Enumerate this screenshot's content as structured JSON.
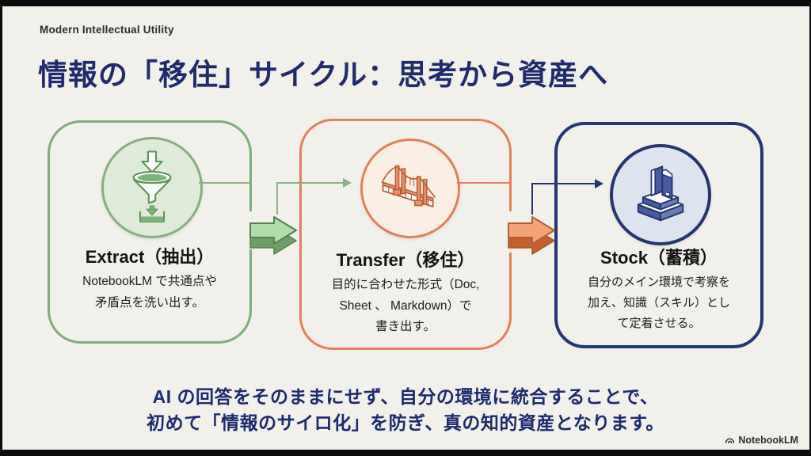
{
  "slide": {
    "eyebrow": "Modern Intellectual Utility",
    "title": "情報の「移住」サイクル：思考から資産へ"
  },
  "cards": [
    {
      "name": "extract",
      "icon": "funnel-icon",
      "title": "Extract（抽出）",
      "body_lines": [
        "NotebookLM で共通点や",
        "矛盾点を洗い出す。"
      ],
      "accent_color": "#7fae79"
    },
    {
      "name": "transfer",
      "icon": "bridge-icon",
      "title": "Transfer（移住）",
      "body_lines": [
        "目的に合わせた形式（Doc,",
        "Sheet 、 Markdown）で",
        "書き出す。"
      ],
      "accent_color": "#e0815b"
    },
    {
      "name": "stock",
      "icon": "books-icon",
      "title": "Stock（蓄積）",
      "body_lines": [
        "自分のメイン環境で考察を",
        "加え、知識（スキル）とし",
        "て定着させる。"
      ],
      "accent_color": "#24366f"
    }
  ],
  "conclusion": {
    "line1": "AI の回答をそのままにせず、自分の環境に統合することで、",
    "line2": "初めて「情報のサイロ化」を防ぎ、真の知的資産となります。"
  },
  "footer": {
    "brand": "NotebookLM"
  },
  "colors": {
    "background": "#f2f0ea",
    "title_navy": "#1f2b6d",
    "green_accent": "#7fae79",
    "orange_accent": "#e0815b",
    "navy_accent": "#24366f",
    "letterbox_black": "#0b0b0b"
  }
}
